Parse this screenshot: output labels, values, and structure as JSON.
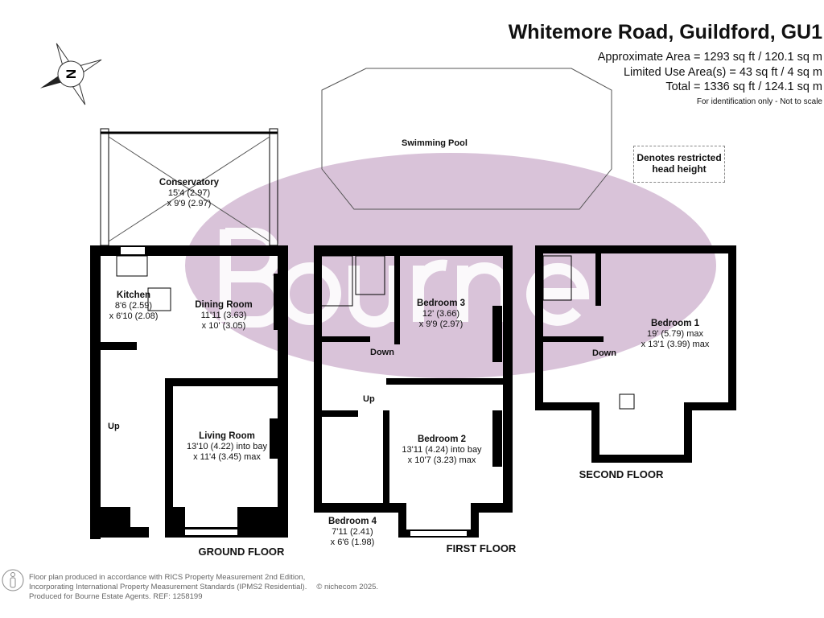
{
  "header": {
    "title": "Whitemore Road, Guildford, GU1",
    "areas": [
      "Approximate Area = 1293 sq ft / 120.1 sq m",
      "Limited Use Area(s) = 43 sq ft / 4 sq m",
      "Total = 1336 sq ft / 124.1 sq m"
    ],
    "note": "For identification only - Not to scale"
  },
  "compass": {
    "letter": "N",
    "icon": "compass-icon"
  },
  "watermark": {
    "text": "Bourne",
    "color": "#d9c3d9"
  },
  "legend": {
    "restricted": "Denotes restricted head height"
  },
  "outside": {
    "pool": "Swimming Pool"
  },
  "floors": {
    "ground": "GROUND FLOOR",
    "first": "FIRST FLOOR",
    "second": "SECOND FLOOR"
  },
  "rooms": {
    "conservatory": {
      "name": "Conservatory",
      "d1": "15'4 (2.97)",
      "d2": "x 9'9 (2.97)"
    },
    "kitchen": {
      "name": "Kitchen",
      "d1": "8'6 (2.59)",
      "d2": "x 6'10 (2.08)"
    },
    "dining": {
      "name": "Dining Room",
      "d1": "11'11 (3.63)",
      "d2": "x 10' (3.05)"
    },
    "living": {
      "name": "Living Room",
      "d1": "13'10 (4.22) into bay",
      "d2": "x 11'4 (3.45) max"
    },
    "bed3": {
      "name": "Bedroom 3",
      "d1": "12' (3.66)",
      "d2": "x 9'9 (2.97)"
    },
    "bed2": {
      "name": "Bedroom 2",
      "d1": "13'11 (4.24) into bay",
      "d2": "x 10'7 (3.23) max"
    },
    "bed4": {
      "name": "Bedroom 4",
      "d1": "7'11 (2.41)",
      "d2": "x 6'6 (1.98)"
    },
    "bed1": {
      "name": "Bedroom 1",
      "d1": "19' (5.79) max",
      "d2": "x 13'1 (3.99) max"
    }
  },
  "stairs": {
    "up": "Up",
    "down": "Down"
  },
  "footer": {
    "lines": [
      "Floor plan produced in accordance with RICS Property Measurement 2nd Edition,",
      "Incorporating International Property Measurement Standards (IPMS2 Residential).",
      "Produced for Bourne Estate Agents.   REF:  1258199"
    ],
    "copyright": "© nichecom 2025."
  }
}
